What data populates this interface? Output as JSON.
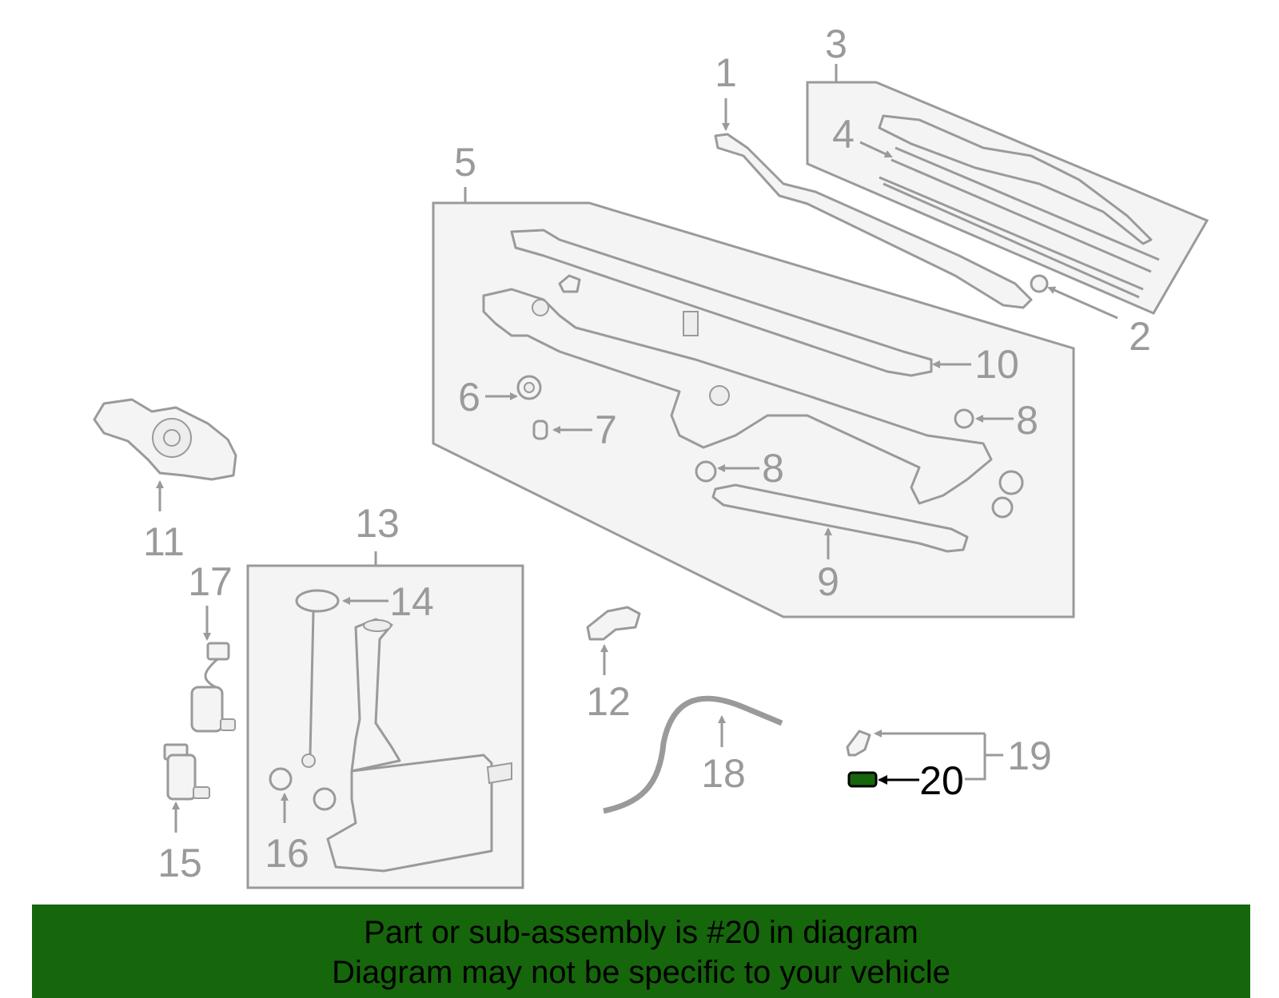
{
  "callouts": {
    "c1": "1",
    "c2": "2",
    "c3": "3",
    "c4": "4",
    "c5": "5",
    "c6": "6",
    "c7": "7",
    "c8a": "8",
    "c8b": "8",
    "c9": "9",
    "c10": "10",
    "c11": "11",
    "c12": "12",
    "c13": "13",
    "c14": "14",
    "c15": "15",
    "c16": "16",
    "c17": "17",
    "c18": "18",
    "c19": "19",
    "c20": "20"
  },
  "highlight": {
    "part_number": "20",
    "color": "#16660c"
  },
  "footer": {
    "line1": "Part or sub-assembly is #20 in diagram",
    "line2": "Diagram may not be specific to your vehicle",
    "background": "#16660c"
  }
}
